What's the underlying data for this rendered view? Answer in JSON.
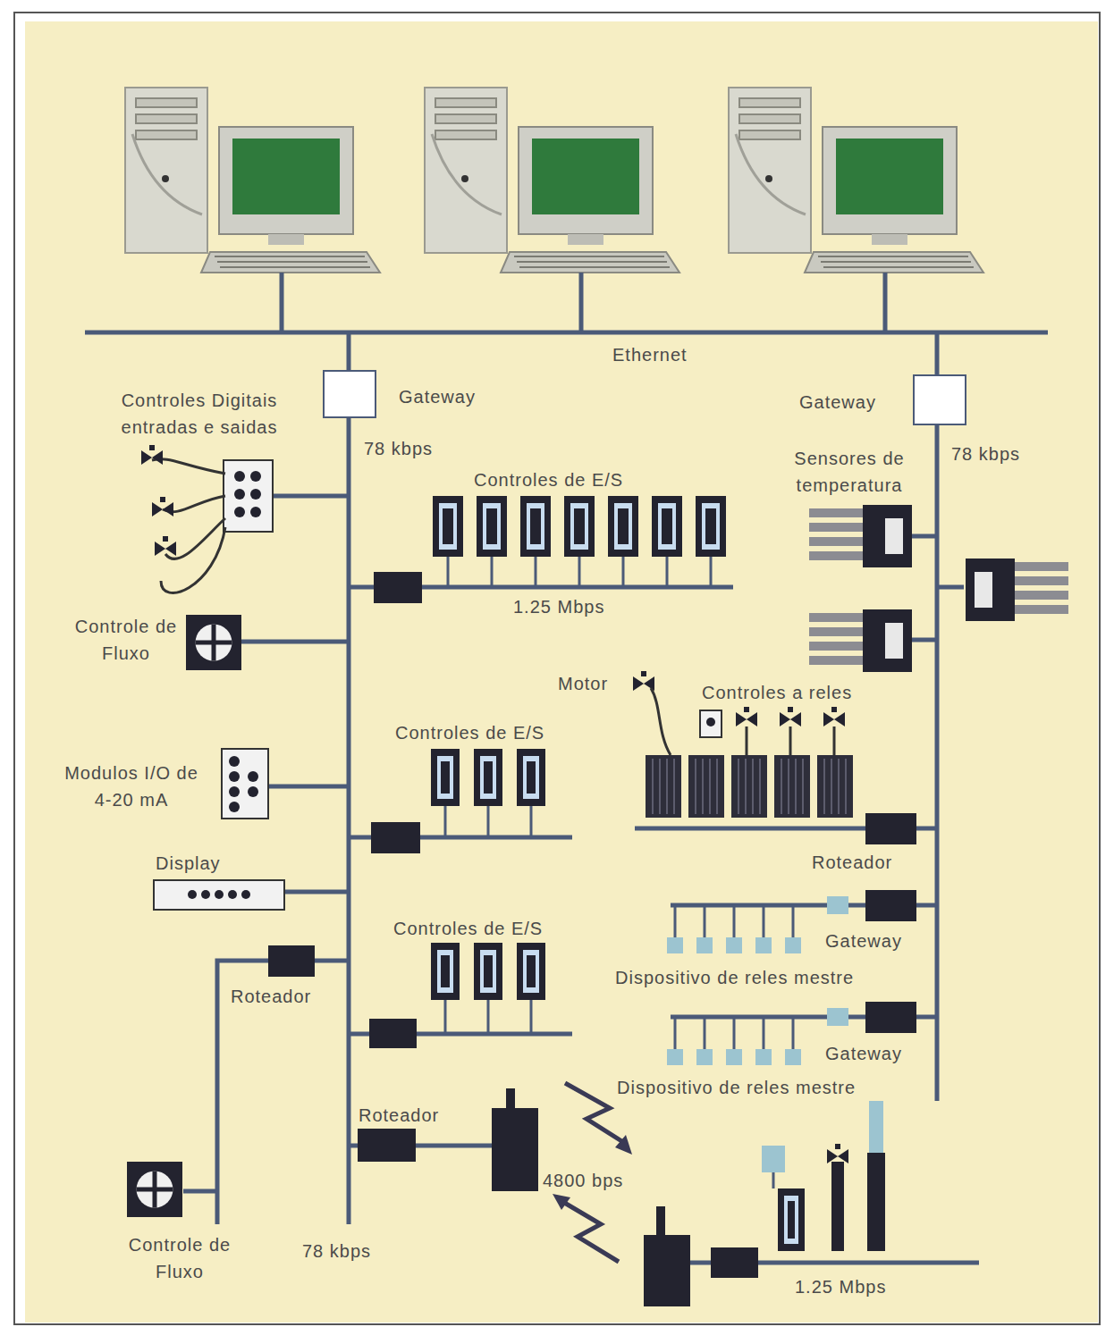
{
  "diagram": {
    "labels": [
      "Ethernet",
      "Gateway",
      "78 kbps",
      "Controles Digitais entradas e saidas",
      "Gateway",
      "78 kbps",
      "Controles de E/S",
      "Sensores de temperatura",
      "1.25 Mbps",
      "Controle de Fluxo",
      "Motor",
      "Controles a reles",
      "Controles de E/S",
      "Modulos I/O de 4-20 mA",
      "Display",
      "Roteador",
      "Controles de E/S",
      "Gateway",
      "Dispositivo de reles mestre",
      "Roteador",
      "Gateway",
      "Dispositivo de reles mestre",
      "Roteador",
      "4800 bps",
      "Controle de Fluxo",
      "78 kbps",
      "1.25 Mbps"
    ]
  }
}
